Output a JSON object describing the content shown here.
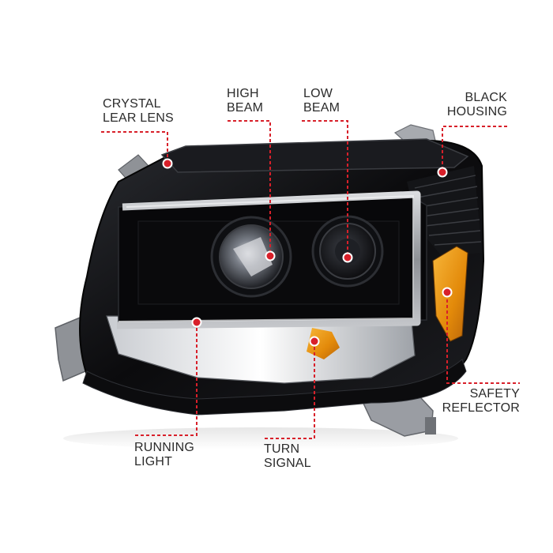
{
  "colors": {
    "callout": "#d8202a",
    "housing": "#0b0b0d",
    "amber": "#e8950c",
    "chrome": "#9a9da3",
    "text": "#2b2b2b"
  },
  "callouts": {
    "crystal_lens": {
      "line1": "CRYSTAL",
      "line2": "LEAR LENS"
    },
    "high_beam": {
      "line1": "HIGH",
      "line2": "BEAM"
    },
    "low_beam": {
      "line1": "LOW",
      "line2": "BEAM"
    },
    "black_housing": {
      "line1": "BLACK",
      "line2": "HOUSING"
    },
    "safety_reflector": {
      "line1": "SAFETY",
      "line2": "REFLECTOR"
    },
    "running_light": {
      "line1": "RUNNING",
      "line2": "LIGHT"
    },
    "turn_signal": {
      "line1": "TURN",
      "line2": "SIGNAL"
    }
  }
}
